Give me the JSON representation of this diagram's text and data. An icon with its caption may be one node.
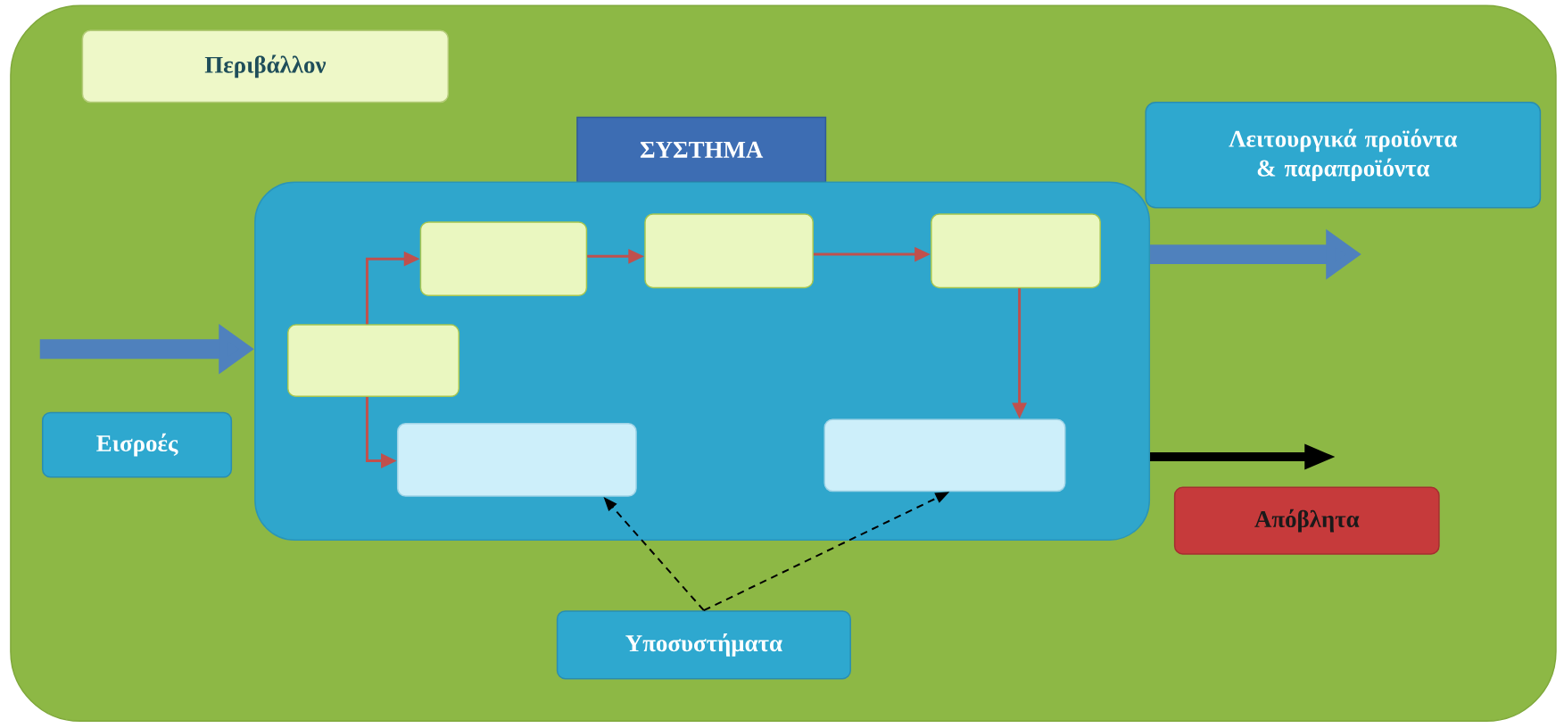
{
  "diagram": {
    "nodes": [
      {
        "text": [],
        "shape": "box"
      },
      {
        "text": [
          "Περιβάλλον"
        ],
        "in": 0
      },
      {
        "text": [
          "ΣΥΣΤΗΜΑ"
        ],
        "in": 0
      },
      {
        "text": [],
        "shape": "box",
        "in": 0
      },
      {
        "text": [],
        "shape": "box",
        "in": 3
      },
      {
        "text": [],
        "shape": "box",
        "in": 3
      },
      {
        "text": [],
        "shape": "box",
        "in": 3
      },
      {
        "text": [],
        "shape": "box",
        "in": 3
      },
      {
        "text": [],
        "shape": "box",
        "in": 3
      },
      {
        "text": [],
        "shape": "box",
        "in": 3
      },
      {
        "text": [
          "Εισροές"
        ],
        "in": 0
      },
      {
        "text": [
          "Λειτουργικά προϊόντα & παραπροϊόντα"
        ],
        "in": 0
      },
      {
        "text": [
          "Απόβλητα"
        ],
        "in": 0
      },
      {
        "text": [
          "Υποσυστήματα"
        ],
        "in": 0
      }
    ],
    "edges": [
      {
        "from": null,
        "to": 3,
        "arrow": "to",
        "style": "thick",
        "color": "#4f81bd"
      },
      {
        "from": 4,
        "to": 5,
        "arrow": "to"
      },
      {
        "from": 5,
        "to": 6,
        "arrow": "to"
      },
      {
        "from": 6,
        "to": 7,
        "arrow": "to"
      },
      {
        "from": 7,
        "to": 9,
        "arrow": "to"
      },
      {
        "from": 4,
        "to": 8,
        "arrow": "to"
      },
      {
        "from": 3,
        "to": null,
        "arrow": "to",
        "style": "thick",
        "color": "#4f81bd"
      },
      {
        "from": 3,
        "to": null,
        "arrow": "to",
        "style": "thick",
        "color": "#000000"
      },
      {
        "from": 13,
        "to": 8,
        "arrow": "to",
        "style": "dashed",
        "color": "#000000"
      },
      {
        "from": 13,
        "to": 9,
        "arrow": "to",
        "style": "dashed",
        "color": "#000000"
      }
    ]
  }
}
